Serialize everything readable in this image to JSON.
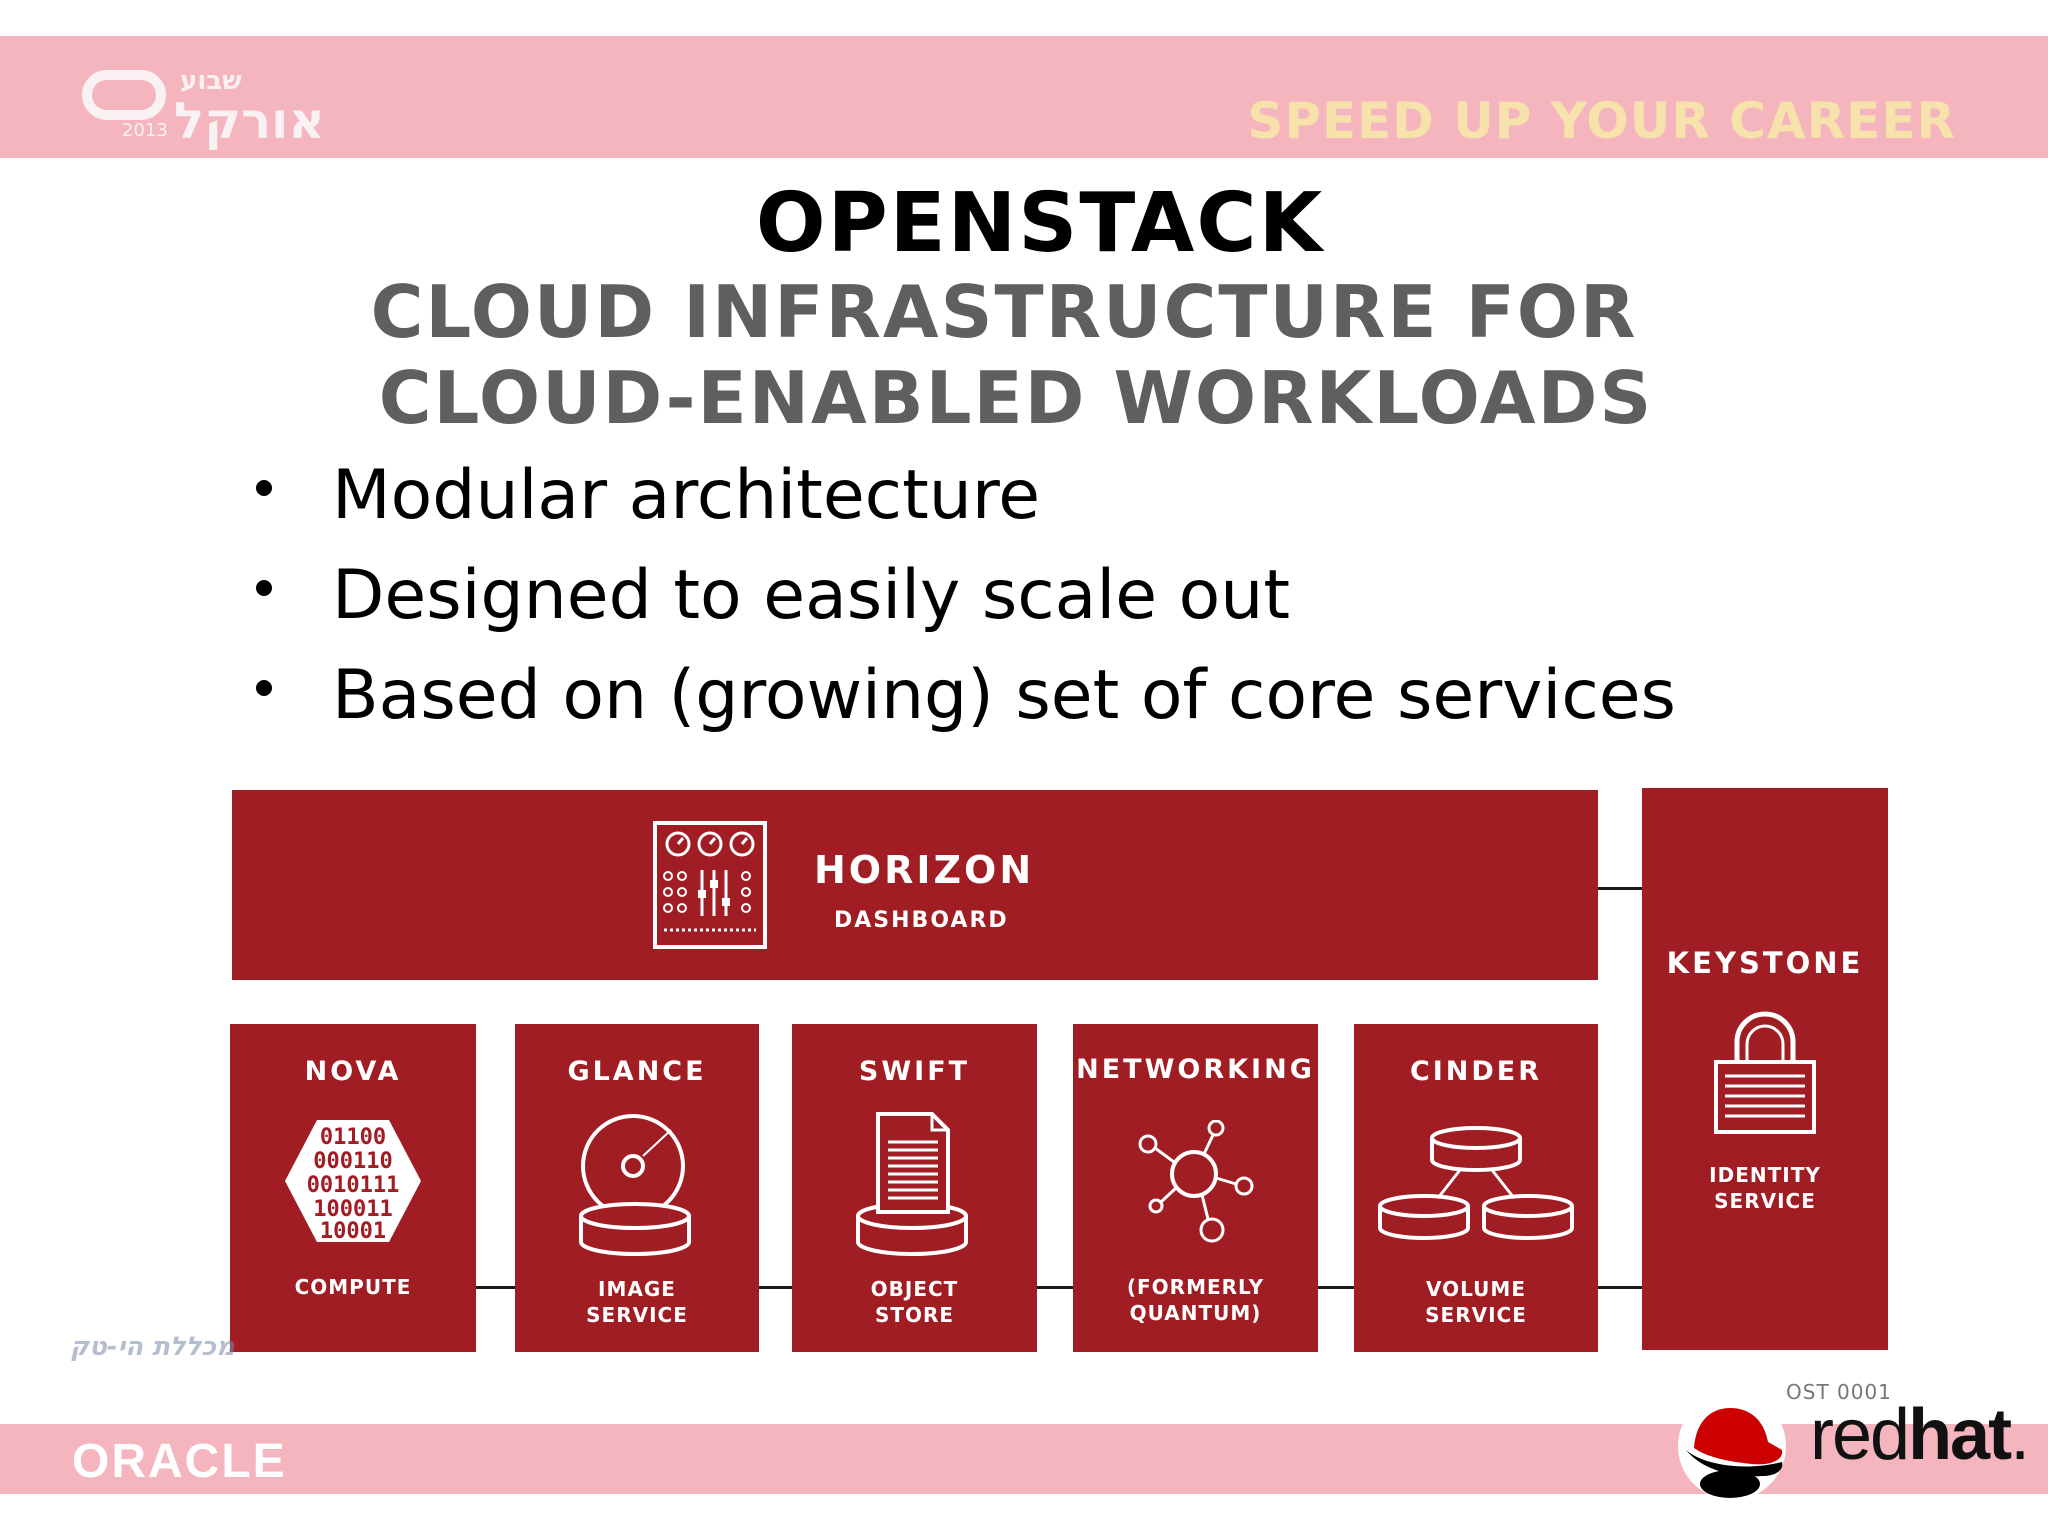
{
  "header": {
    "logo_hebrew_top": "שבוע",
    "logo_year": "2013",
    "logo_hebrew_main": "אורקל",
    "slogan": "SPEED UP YOUR CAREER"
  },
  "slide": {
    "title": "OPENSTACK",
    "subtitle_line1": "CLOUD INFRASTRUCTURE FOR",
    "subtitle_line2": "CLOUD-ENABLED WORKLOADS",
    "bullets": [
      "Modular architecture",
      "Designed to easily scale out",
      "Based on (growing) set of core services"
    ]
  },
  "diagram": {
    "horizon": {
      "name": "HORIZON",
      "desc": "DASHBOARD"
    },
    "keystone": {
      "name": "KEYSTONE",
      "desc_line1": "IDENTITY",
      "desc_line2": "SERVICE"
    },
    "nova": {
      "name": "NOVA",
      "desc": "COMPUTE",
      "binary": [
        "01100",
        "000110",
        "0010111",
        "100011",
        "10001"
      ]
    },
    "glance": {
      "name": "GLANCE",
      "desc_line1": "IMAGE",
      "desc_line2": "SERVICE"
    },
    "swift": {
      "name": "SWIFT",
      "desc_line1": "OBJECT",
      "desc_line2": "STORE"
    },
    "networking": {
      "name": "NETWORKING",
      "desc_line1": "(FORMERLY",
      "desc_line2": "QUANTUM)"
    },
    "cinder": {
      "name": "CINDER",
      "desc_line1": "VOLUME",
      "desc_line2": "SERVICE"
    },
    "box_color": "#a01d23"
  },
  "footer": {
    "ost_code": "OST 0001",
    "oracle": "ORACLE",
    "redhat_red": "red",
    "redhat_hat": "hat",
    "redhat_dot": ".",
    "college_text": "מכללת הי-טק"
  },
  "colors": {
    "band": "#f4b5bf",
    "slogan": "#f7e2ab",
    "subtitle": "#5f5f61"
  }
}
